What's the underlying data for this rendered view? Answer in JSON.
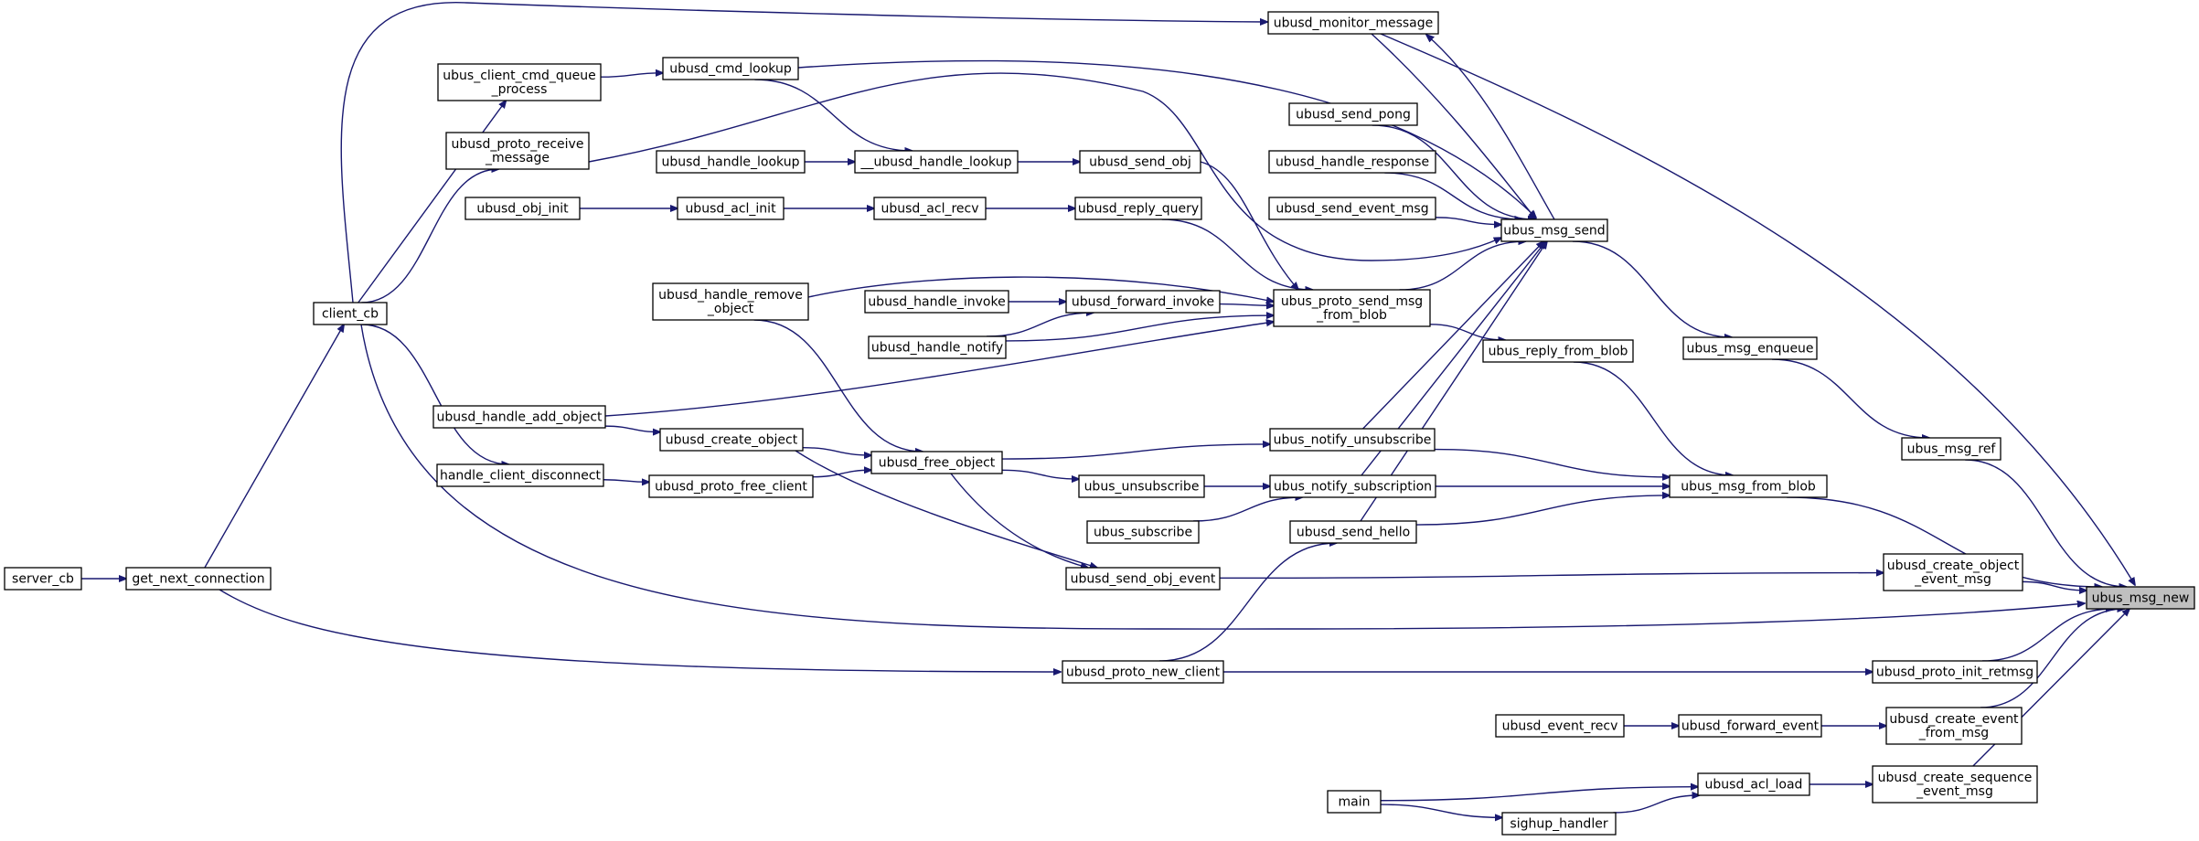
{
  "diagram": {
    "nodes": [
      {
        "id": "ubus_msg_new",
        "lines": [
          "ubus_msg_new"
        ],
        "highlight": true
      },
      {
        "id": "ubusd_monitor_message",
        "lines": [
          "ubusd_monitor_message"
        ]
      },
      {
        "id": "ubus_msg_send",
        "lines": [
          "ubus_msg_send"
        ]
      },
      {
        "id": "ubusd_cmd_lookup",
        "lines": [
          "ubusd_cmd_lookup"
        ]
      },
      {
        "id": "ubus_client_cmd_queue_process",
        "lines": [
          "ubus_client_cmd_queue",
          "_process"
        ]
      },
      {
        "id": "ubusd_proto_receive_message",
        "lines": [
          "ubusd_proto_receive",
          "_message"
        ]
      },
      {
        "id": "ubusd_send_pong",
        "lines": [
          "ubusd_send_pong"
        ]
      },
      {
        "id": "ubusd_handle_response",
        "lines": [
          "ubusd_handle_response"
        ]
      },
      {
        "id": "ubusd_send_event_msg",
        "lines": [
          "ubusd_send_event_msg"
        ]
      },
      {
        "id": "ubusd_handle_lookup",
        "lines": [
          "ubusd_handle_lookup"
        ]
      },
      {
        "id": "__ubusd_handle_lookup",
        "lines": [
          "__ubusd_handle_lookup"
        ]
      },
      {
        "id": "ubusd_send_obj",
        "lines": [
          "ubusd_send_obj"
        ]
      },
      {
        "id": "ubusd_obj_init",
        "lines": [
          "ubusd_obj_init"
        ]
      },
      {
        "id": "ubusd_acl_init",
        "lines": [
          "ubusd_acl_init"
        ]
      },
      {
        "id": "ubusd_acl_recv",
        "lines": [
          "ubusd_acl_recv"
        ]
      },
      {
        "id": "ubusd_reply_query",
        "lines": [
          "ubusd_reply_query"
        ]
      },
      {
        "id": "client_cb",
        "lines": [
          "client_cb"
        ]
      },
      {
        "id": "ubusd_handle_remove_object",
        "lines": [
          "ubusd_handle_remove",
          "_object"
        ]
      },
      {
        "id": "ubusd_handle_invoke",
        "lines": [
          "ubusd_handle_invoke"
        ]
      },
      {
        "id": "ubusd_forward_invoke",
        "lines": [
          "ubusd_forward_invoke"
        ]
      },
      {
        "id": "ubus_proto_send_msg_from_blob",
        "lines": [
          "ubus_proto_send_msg",
          "_from_blob"
        ]
      },
      {
        "id": "ubusd_handle_notify",
        "lines": [
          "ubusd_handle_notify"
        ]
      },
      {
        "id": "ubus_reply_from_blob",
        "lines": [
          "ubus_reply_from_blob"
        ]
      },
      {
        "id": "ubus_msg_enqueue",
        "lines": [
          "ubus_msg_enqueue"
        ]
      },
      {
        "id": "ubusd_handle_add_object",
        "lines": [
          "ubusd_handle_add_object"
        ]
      },
      {
        "id": "ubusd_create_object",
        "lines": [
          "ubusd_create_object"
        ]
      },
      {
        "id": "ubusd_free_object",
        "lines": [
          "ubusd_free_object"
        ]
      },
      {
        "id": "ubus_notify_unsubscribe",
        "lines": [
          "ubus_notify_unsubscribe"
        ]
      },
      {
        "id": "ubus_msg_ref",
        "lines": [
          "ubus_msg_ref"
        ]
      },
      {
        "id": "handle_client_disconnect",
        "lines": [
          "handle_client_disconnect"
        ]
      },
      {
        "id": "ubusd_proto_free_client",
        "lines": [
          "ubusd_proto_free_client"
        ]
      },
      {
        "id": "ubus_unsubscribe",
        "lines": [
          "ubus_unsubscribe"
        ]
      },
      {
        "id": "ubus_notify_subscription",
        "lines": [
          "ubus_notify_subscription"
        ]
      },
      {
        "id": "ubus_msg_from_blob",
        "lines": [
          "ubus_msg_from_blob"
        ]
      },
      {
        "id": "ubus_subscribe",
        "lines": [
          "ubus_subscribe"
        ]
      },
      {
        "id": "ubusd_send_hello",
        "lines": [
          "ubusd_send_hello"
        ]
      },
      {
        "id": "server_cb",
        "lines": [
          "server_cb"
        ]
      },
      {
        "id": "get_next_connection",
        "lines": [
          "get_next_connection"
        ]
      },
      {
        "id": "ubusd_send_obj_event",
        "lines": [
          "ubusd_send_obj_event"
        ]
      },
      {
        "id": "ubusd_create_object_event_msg",
        "lines": [
          "ubusd_create_object",
          "_event_msg"
        ]
      },
      {
        "id": "ubusd_proto_new_client",
        "lines": [
          "ubusd_proto_new_client"
        ]
      },
      {
        "id": "ubusd_proto_init_retmsg",
        "lines": [
          "ubusd_proto_init_retmsg"
        ]
      },
      {
        "id": "ubusd_event_recv",
        "lines": [
          "ubusd_event_recv"
        ]
      },
      {
        "id": "ubusd_forward_event",
        "lines": [
          "ubusd_forward_event"
        ]
      },
      {
        "id": "ubusd_create_event_from_msg",
        "lines": [
          "ubusd_create_event",
          "_from_msg"
        ]
      },
      {
        "id": "main",
        "lines": [
          "main"
        ]
      },
      {
        "id": "ubusd_acl_load",
        "lines": [
          "ubusd_acl_load"
        ]
      },
      {
        "id": "ubusd_create_sequence_event_msg",
        "lines": [
          "ubusd_create_sequence",
          "_event_msg"
        ]
      },
      {
        "id": "sighup_handler",
        "lines": [
          "sighup_handler"
        ]
      }
    ],
    "edges": [
      {
        "from": "ubusd_monitor_message",
        "to": "ubus_msg_new"
      },
      {
        "from": "ubus_msg_send",
        "to": "ubusd_monitor_message"
      },
      {
        "from": "ubusd_monitor_message",
        "to": "ubus_msg_send"
      },
      {
        "from": "client_cb",
        "to": "ubusd_monitor_message"
      },
      {
        "from": "ubusd_cmd_lookup",
        "to": "ubus_msg_send"
      },
      {
        "from": "ubus_client_cmd_queue_process",
        "to": "ubusd_cmd_lookup"
      },
      {
        "from": "client_cb",
        "to": "ubus_client_cmd_queue_process"
      },
      {
        "from": "ubusd_proto_receive_message",
        "to": "ubus_msg_send"
      },
      {
        "from": "client_cb",
        "to": "ubusd_proto_receive_message"
      },
      {
        "from": "ubusd_send_pong",
        "to": "ubus_msg_send"
      },
      {
        "from": "ubusd_handle_response",
        "to": "ubus_msg_send"
      },
      {
        "from": "ubusd_send_event_msg",
        "to": "ubus_msg_send"
      },
      {
        "from": "ubusd_cmd_lookup",
        "to": "__ubusd_handle_lookup"
      },
      {
        "from": "ubusd_handle_lookup",
        "to": "__ubusd_handle_lookup"
      },
      {
        "from": "__ubusd_handle_lookup",
        "to": "ubusd_send_obj"
      },
      {
        "from": "ubusd_send_obj",
        "to": "ubus_proto_send_msg_from_blob"
      },
      {
        "from": "ubusd_obj_init",
        "to": "ubusd_acl_init"
      },
      {
        "from": "ubusd_acl_init",
        "to": "ubusd_acl_recv"
      },
      {
        "from": "ubusd_acl_recv",
        "to": "ubusd_reply_query"
      },
      {
        "from": "ubusd_reply_query",
        "to": "ubus_proto_send_msg_from_blob"
      },
      {
        "from": "ubusd_handle_remove_object",
        "to": "ubus_proto_send_msg_from_blob"
      },
      {
        "from": "ubusd_handle_invoke",
        "to": "ubusd_forward_invoke"
      },
      {
        "from": "ubusd_handle_notify",
        "to": "ubusd_forward_invoke"
      },
      {
        "from": "ubusd_forward_invoke",
        "to": "ubus_proto_send_msg_from_blob"
      },
      {
        "from": "ubusd_handle_notify",
        "to": "ubus_proto_send_msg_from_blob"
      },
      {
        "from": "ubusd_handle_add_object",
        "to": "ubus_proto_send_msg_from_blob"
      },
      {
        "from": "ubus_proto_send_msg_from_blob",
        "to": "ubus_msg_send"
      },
      {
        "from": "ubus_proto_send_msg_from_blob",
        "to": "ubus_reply_from_blob"
      },
      {
        "from": "ubus_msg_send",
        "to": "ubus_msg_enqueue"
      },
      {
        "from": "ubus_msg_enqueue",
        "to": "ubus_msg_ref"
      },
      {
        "from": "ubus_msg_ref",
        "to": "ubus_msg_new"
      },
      {
        "from": "ubus_reply_from_blob",
        "to": "ubus_msg_from_blob"
      },
      {
        "from": "ubus_notify_unsubscribe",
        "to": "ubus_msg_send"
      },
      {
        "from": "ubus_notify_subscription",
        "to": "ubus_msg_send"
      },
      {
        "from": "ubusd_send_hello",
        "to": "ubus_msg_send"
      },
      {
        "from": "ubus_notify_unsubscribe",
        "to": "ubus_msg_from_blob"
      },
      {
        "from": "ubus_notify_subscription",
        "to": "ubus_msg_from_blob"
      },
      {
        "from": "ubusd_send_hello",
        "to": "ubus_msg_from_blob"
      },
      {
        "from": "ubus_msg_from_blob",
        "to": "ubus_msg_new"
      },
      {
        "from": "ubusd_free_object",
        "to": "ubus_notify_unsubscribe"
      },
      {
        "from": "ubusd_free_object",
        "to": "ubus_unsubscribe"
      },
      {
        "from": "ubus_unsubscribe",
        "to": "ubus_notify_subscription"
      },
      {
        "from": "ubus_subscribe",
        "to": "ubus_notify_subscription"
      },
      {
        "from": "ubusd_handle_remove_object",
        "to": "ubusd_free_object"
      },
      {
        "from": "ubusd_create_object",
        "to": "ubusd_free_object"
      },
      {
        "from": "ubusd_proto_free_client",
        "to": "ubusd_free_object"
      },
      {
        "from": "ubusd_handle_add_object",
        "to": "ubusd_create_object"
      },
      {
        "from": "handle_client_disconnect",
        "to": "ubusd_proto_free_client"
      },
      {
        "from": "client_cb",
        "to": "handle_client_disconnect"
      },
      {
        "from": "ubusd_create_object",
        "to": "ubusd_send_obj_event"
      },
      {
        "from": "ubusd_free_object",
        "to": "ubusd_send_obj_event"
      },
      {
        "from": "ubusd_send_obj_event",
        "to": "ubusd_create_object_event_msg"
      },
      {
        "from": "ubusd_create_object_event_msg",
        "to": "ubus_msg_new"
      },
      {
        "from": "client_cb",
        "to": "ubus_msg_new"
      },
      {
        "from": "get_next_connection",
        "to": "client_cb"
      },
      {
        "from": "server_cb",
        "to": "get_next_connection"
      },
      {
        "from": "get_next_connection",
        "to": "ubusd_proto_new_client"
      },
      {
        "from": "ubusd_proto_new_client",
        "to": "ubusd_send_hello"
      },
      {
        "from": "ubusd_proto_new_client",
        "to": "ubusd_proto_init_retmsg"
      },
      {
        "from": "ubusd_proto_init_retmsg",
        "to": "ubus_msg_new"
      },
      {
        "from": "ubusd_event_recv",
        "to": "ubusd_forward_event"
      },
      {
        "from": "ubusd_forward_event",
        "to": "ubusd_create_event_from_msg"
      },
      {
        "from": "ubusd_create_event_from_msg",
        "to": "ubus_msg_new"
      },
      {
        "from": "main",
        "to": "ubusd_acl_load"
      },
      {
        "from": "main",
        "to": "sighup_handler"
      },
      {
        "from": "sighup_handler",
        "to": "ubusd_acl_load"
      },
      {
        "from": "ubusd_acl_load",
        "to": "ubusd_create_sequence_event_msg"
      },
      {
        "from": "ubusd_create_sequence_event_msg",
        "to": "ubus_msg_new"
      }
    ]
  }
}
